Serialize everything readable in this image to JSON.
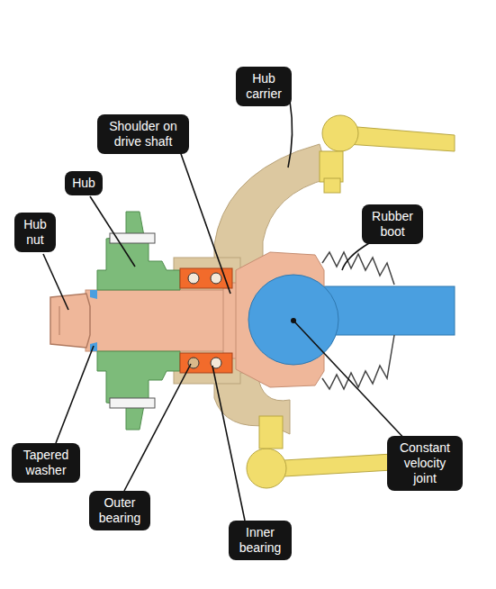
{
  "diagram": {
    "nodes": [
      {
        "text": [
          "Hub carrier"
        ]
      },
      {
        "text": [
          "Shoulder on drive shaft"
        ]
      },
      {
        "text": [
          "Hub"
        ]
      },
      {
        "text": [
          "Hub nut"
        ]
      },
      {
        "text": [
          "Rubber boot"
        ]
      },
      {
        "text": [
          "Tapered washer"
        ]
      },
      {
        "text": [
          "Constant velocity joint"
        ]
      },
      {
        "text": [
          "Outer bearing"
        ]
      },
      {
        "text": [
          "Inner bearing"
        ]
      }
    ]
  }
}
